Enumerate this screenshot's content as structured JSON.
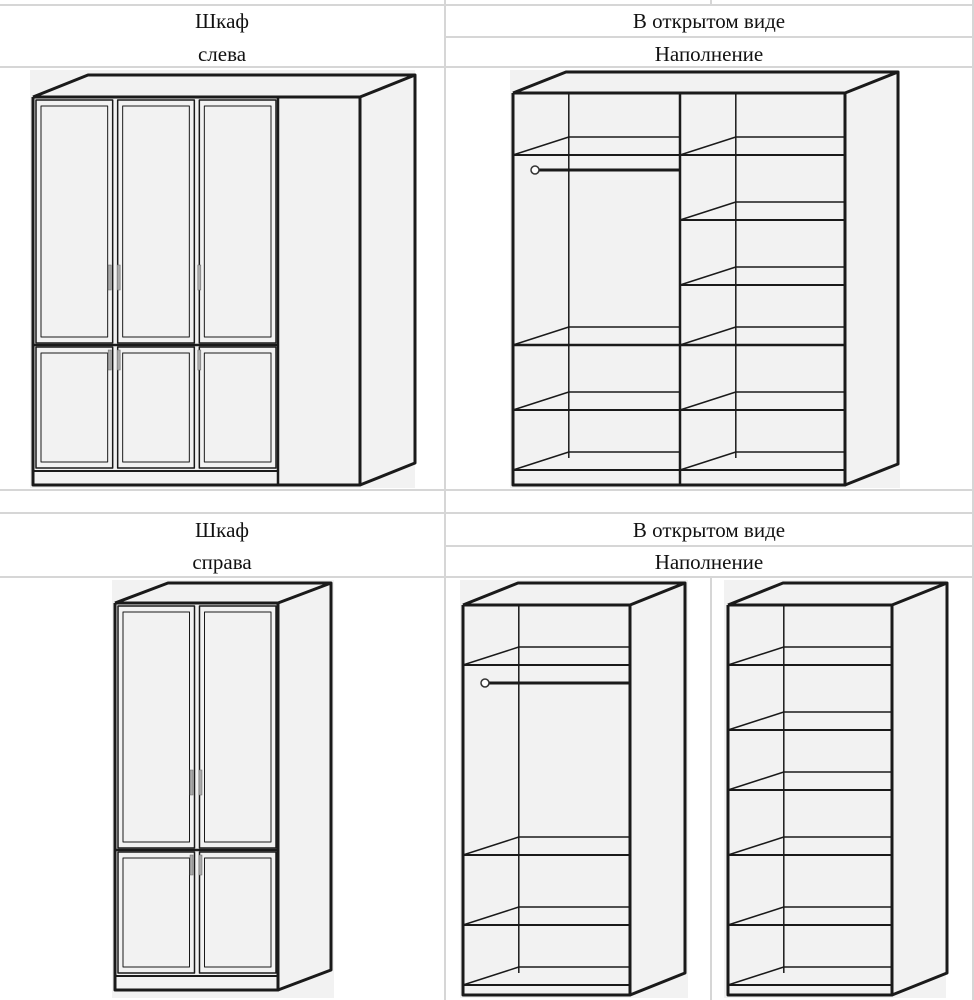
{
  "rows": [
    {
      "label_line1": "Шкаф",
      "label_line2": "слева",
      "open_title": "В открытом виде",
      "filling_title": "Наполнение"
    },
    {
      "label_line1": "Шкаф",
      "label_line2": "справа",
      "open_title": "В открытом виде",
      "filling_title": "Наполнение"
    }
  ]
}
